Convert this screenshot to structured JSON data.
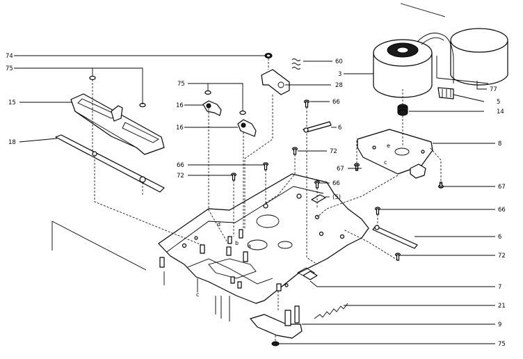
{
  "callouts": {
    "c74": "74",
    "c75_top_left": "75",
    "c15": "15",
    "c18": "18",
    "c75_mid": "75",
    "c16_a": "16",
    "c16_b": "16",
    "c60": "60",
    "c28": "28",
    "c3": "3",
    "c77": "77",
    "c5": "5",
    "c14": "14",
    "c66_top": "66",
    "c6_top": "6",
    "c72_top": "72",
    "c8": "8",
    "c67_left": "67",
    "c67_right": "67",
    "c66_left": "66",
    "c72_left": "72",
    "c66_center": "66",
    "c5_paren": "(5)",
    "c66_right": "66",
    "c6_right": "6",
    "c72_right": "72",
    "c7": "7",
    "c21": "21",
    "c9": "9",
    "c75_bottom": "75",
    "mark_a": "a",
    "mark_b": "b",
    "mark_c1": "c",
    "mark_c2": "c",
    "mark_d": "d",
    "mark_e": "e"
  }
}
